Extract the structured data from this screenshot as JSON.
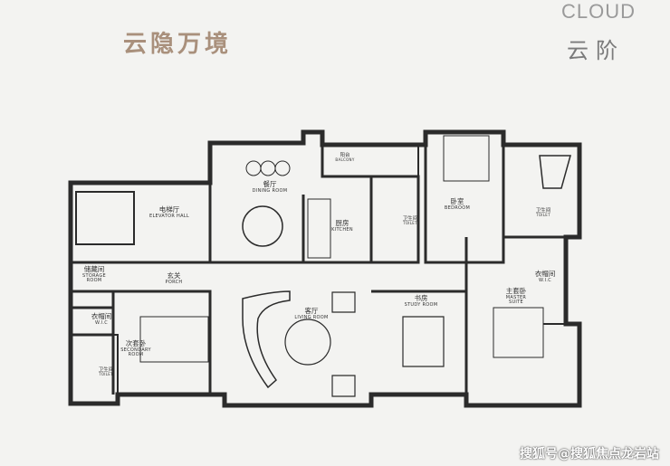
{
  "header": {
    "title": "云隐万境",
    "brand_en": "CLOUD",
    "brand_cn": "云阶"
  },
  "rooms": {
    "dining": {
      "cn": "餐厅",
      "en": "DINING ROOM"
    },
    "elevator_hall": {
      "cn": "电梯厅",
      "en": "ELEVATOR HALL"
    },
    "kitchen": {
      "cn": "厨房",
      "en": "KITCHEN"
    },
    "balcony": {
      "cn": "阳台",
      "en": "BALCONY"
    },
    "toilet_kitchen": {
      "cn": "卫生间",
      "en": "TOILET"
    },
    "bedroom": {
      "cn": "卧室",
      "en": "BEDROOM"
    },
    "toilet_master": {
      "cn": "卫生间",
      "en": "TOILET"
    },
    "storage": {
      "cn": "储藏间",
      "en": "STORAGE ROOM"
    },
    "porch": {
      "cn": "玄关",
      "en": "PORCH"
    },
    "wic_left": {
      "cn": "衣帽间",
      "en": "W.I.C"
    },
    "secondary": {
      "cn": "次套卧",
      "en": "SECONDARY ROOM"
    },
    "toilet_secondary": {
      "cn": "卫生间",
      "en": "TOILET"
    },
    "living": {
      "cn": "客厅",
      "en": "LIVING ROOM"
    },
    "study": {
      "cn": "书房",
      "en": "STUDY ROOM"
    },
    "master_suite": {
      "cn": "主套卧",
      "en": "MASTER SUITE"
    },
    "wic_right": {
      "cn": "衣帽间",
      "en": "W.I.C"
    }
  },
  "footer": {
    "watermark": "搜狐号@搜狐焦点龙岩站"
  }
}
